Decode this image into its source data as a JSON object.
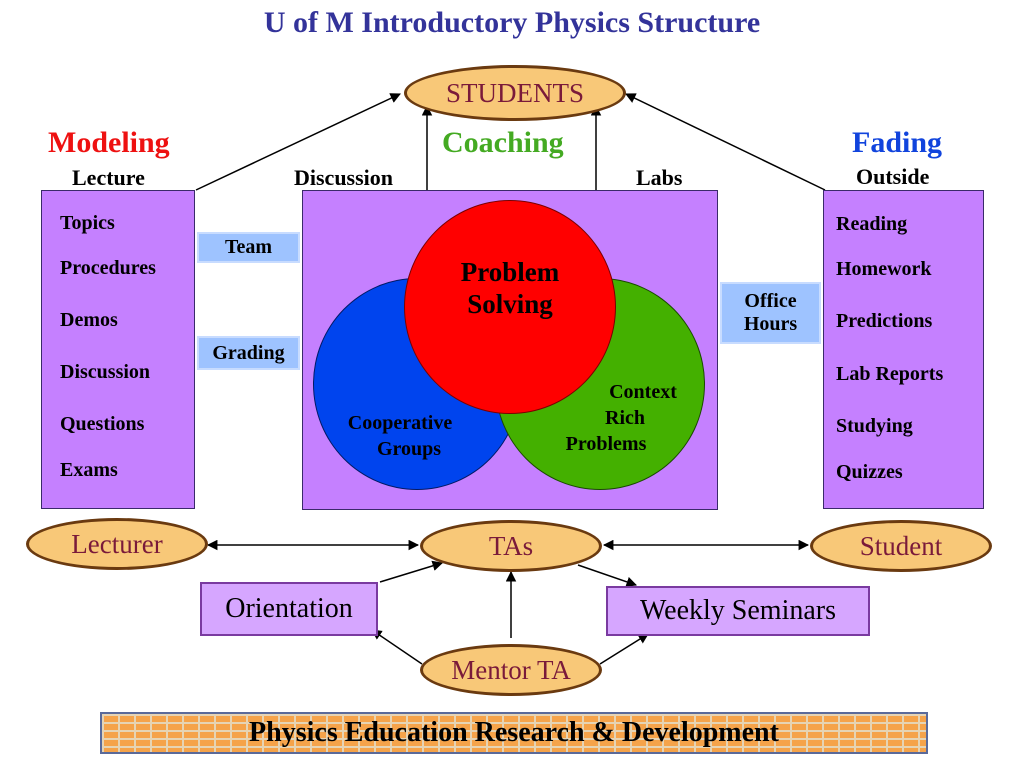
{
  "title": "U of M Introductory Physics Structure",
  "students": "STUDENTS",
  "headers": {
    "modeling": "Modeling",
    "coaching": "Coaching",
    "fading": "Fading",
    "lecture": "Lecture",
    "discussion": "Discussion",
    "labs": "Labs",
    "outside": "Outside"
  },
  "left_items": [
    "Topics",
    "Procedures",
    "Demos",
    "Discussion",
    "Questions",
    "Exams"
  ],
  "right_items": [
    "Reading",
    "Homework",
    "Predictions",
    "Lab Reports",
    "Studying",
    "Quizzes"
  ],
  "side_labels": {
    "team": "Team",
    "grading": "Grading",
    "office_hours_line1": "Office",
    "office_hours_line2": "Hours"
  },
  "venn": {
    "problem_solving_line1": "Problem",
    "problem_solving_line2": "Solving",
    "cooperative_line1": "Cooperative",
    "cooperative_line2": "Groups",
    "context_line1": "Context",
    "context_line2": "Rich",
    "context_line3": "Problems"
  },
  "people": {
    "lecturer": "Lecturer",
    "tas": "TAs",
    "student": "Student",
    "mentor_ta": "Mentor TA"
  },
  "programs": {
    "orientation": "Orientation",
    "weekly_seminars": "Weekly Seminars"
  },
  "footer": "Physics Education Research & Development",
  "colors": {
    "title": "#33339a",
    "modeling": "#ee1111",
    "coaching": "#44aa22",
    "fading": "#1144dd",
    "box_fill": "#c580ff",
    "ellipse_fill": "#f8c878",
    "red_circle": "#ff0000",
    "green_circle": "#44b000",
    "blue_circle": "#0044ee"
  }
}
